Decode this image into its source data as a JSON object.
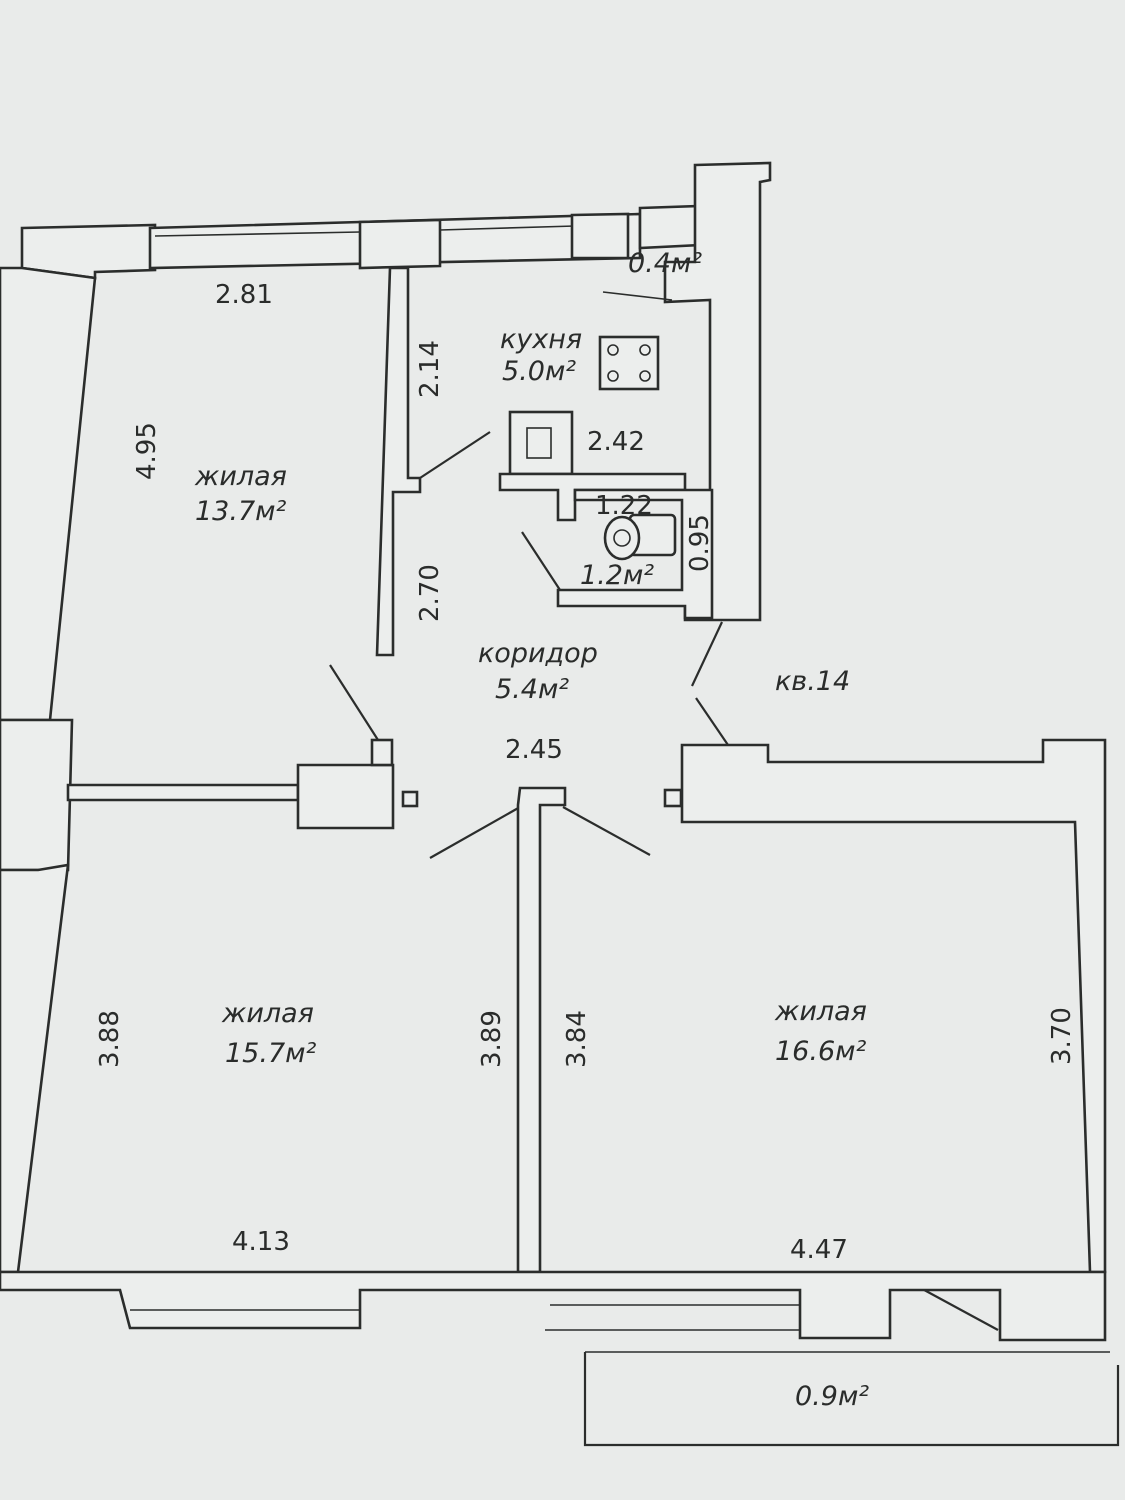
{
  "apartment": "кв.14",
  "rooms": {
    "living_top_left": {
      "name": "жилая",
      "area": "13.7м²"
    },
    "kitchen": {
      "name": "кухня",
      "area": "5.0м²"
    },
    "corridor": {
      "name": "коридор",
      "area": "5.4м²"
    },
    "bathroom": {
      "area": "1.2м²"
    },
    "closet": {
      "area": "0.4м²"
    },
    "living_bottom_left": {
      "name": "жилая",
      "area": "15.7м²"
    },
    "living_bottom_right": {
      "name": "жилая",
      "area": "16.6м²"
    },
    "balcony": {
      "area": "0.9м²"
    }
  },
  "dimensions": {
    "top_left_width": "2.81",
    "top_left_height": "4.95",
    "partition_upper": "2.14",
    "partition_lower": "2.70",
    "kitchen_width": "2.42",
    "bath_width": "1.22",
    "bath_depth": "0.95",
    "corridor_width": "2.45",
    "bottom_left_height_outer": "3.88",
    "bottom_left_height_inner": "3.89",
    "bottom_right_height_inner": "3.84",
    "bottom_right_height_outer": "3.70",
    "bottom_left_width": "4.13",
    "bottom_right_width": "4.47"
  }
}
